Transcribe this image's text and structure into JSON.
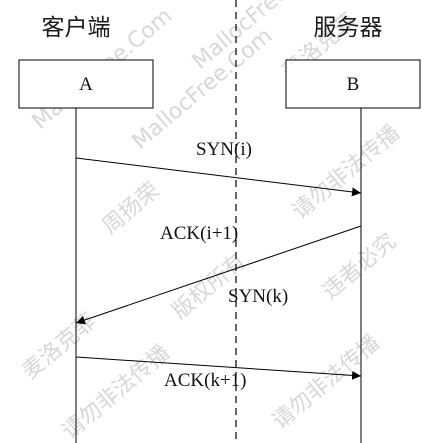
{
  "diagram": {
    "client_title": "客户端",
    "server_title": "服务器",
    "client_box_label": "A",
    "server_box_label": "B",
    "messages": [
      {
        "label": "SYN(i)",
        "from": "A",
        "to": "B"
      },
      {
        "label": "ACK(i+1)",
        "from": "B",
        "to": "A"
      },
      {
        "label": "SYN(k)",
        "from": "B",
        "to": "A"
      },
      {
        "label": "ACK(k+1)",
        "from": "A",
        "to": "B"
      }
    ]
  },
  "watermark": {
    "site": "MallocFree.Com",
    "texts": [
      "麦洛克菲",
      "周扬荣",
      "版权所有",
      "请勿非法传播",
      "违者必究"
    ]
  },
  "colors": {
    "line": "#000000",
    "text": "#111111",
    "watermark": "#b8b8b8"
  }
}
